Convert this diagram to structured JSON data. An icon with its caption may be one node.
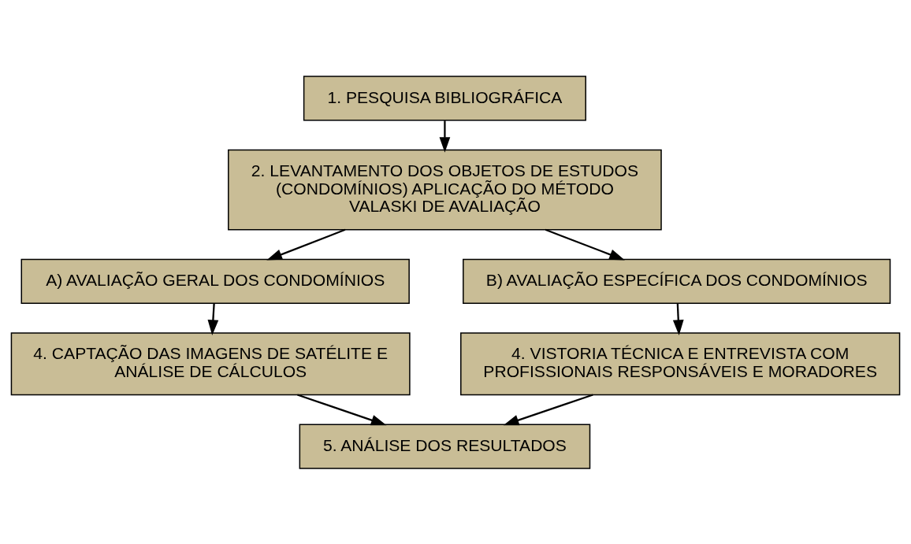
{
  "diagram": {
    "nodes": [
      {
        "text": [
          "1. PESQUISA BIBLIOGRÁFICA"
        ]
      },
      {
        "text": [
          "2. LEVANTAMENTO DOS OBJETOS DE ESTUDOS (CONDOMÍNIOS) APLICAÇÃO DO MÉTODO VALASKI DE AVALIAÇÃO"
        ]
      },
      {
        "text": [
          "A) AVALIAÇÃO GERAL DOS CONDOMÍNIOS"
        ]
      },
      {
        "text": [
          "B) AVALIAÇÃO ESPECÍFICA DOS CONDOMÍNIOS"
        ]
      },
      {
        "text": [
          "4. CAPTAÇÃO DAS IMAGENS DE SATÉLITE E ANÁLISE DE CÁLCULOS"
        ]
      },
      {
        "text": [
          "4. VISTORIA TÉCNICA E ENTREVISTA COM PROFISSIONAIS RESPONSÁVEIS E MORADORES"
        ]
      },
      {
        "text": [
          "5. ANÁLISE DOS RESULTADOS"
        ]
      }
    ],
    "edges": [
      {
        "from": 0,
        "to": 1,
        "arrow": "to"
      },
      {
        "from": 1,
        "to": 2,
        "arrow": "to"
      },
      {
        "from": 1,
        "to": 3,
        "arrow": "to"
      },
      {
        "from": 2,
        "to": 4,
        "arrow": "to"
      },
      {
        "from": 3,
        "to": 5,
        "arrow": "to"
      },
      {
        "from": 4,
        "to": 6,
        "arrow": "to"
      },
      {
        "from": 5,
        "to": 6,
        "arrow": "to"
      }
    ]
  }
}
